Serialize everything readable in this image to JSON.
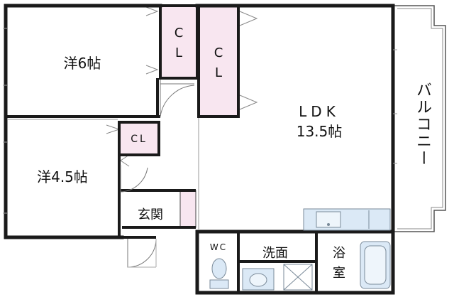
{
  "rooms": {
    "western1": "洋6帖",
    "western2": "洋4.5帖",
    "ldk_name": "LDK",
    "ldk_size": "13.5帖",
    "closet_a": "CL",
    "closet_b": "CL",
    "closet_c": "CL",
    "entrance": "玄関",
    "toilet": "WC",
    "washroom": "洗面",
    "bath_top": "浴",
    "bath_bottom": "室",
    "balcony": "バルコニー"
  },
  "colors": {
    "wall": "#1a1a1a",
    "closet_fill": "#f8e6f0",
    "fixture_fill": "#dbe9f6",
    "fixture_stroke": "#7a8a99",
    "thin_line": "#9a9a9a"
  }
}
